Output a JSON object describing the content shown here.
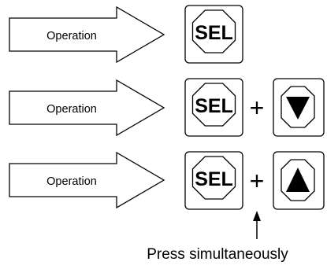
{
  "rows": [
    {
      "arrow_label": "Operation",
      "key_label": "SEL",
      "combo": false
    },
    {
      "arrow_label": "Operation",
      "key_label": "SEL",
      "combo": true,
      "plus": "+",
      "second_key_icon": "triangle-down-icon"
    },
    {
      "arrow_label": "Operation",
      "key_label": "SEL",
      "combo": true,
      "plus": "+",
      "second_key_icon": "triangle-up-icon"
    }
  ],
  "footnote": "Press simultaneously"
}
